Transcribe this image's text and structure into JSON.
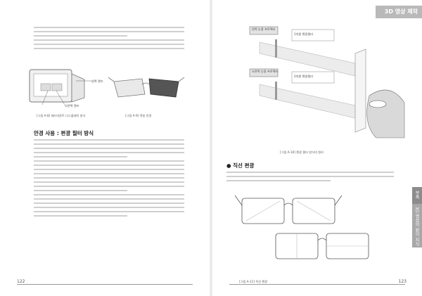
{
  "header": {
    "chapter_title": "3D 영상 제작"
  },
  "side_tab": {
    "top_label": "부록",
    "label": "3D 영상의 원리 지식"
  },
  "left_page": {
    "page_number": "122",
    "section_heading": "안경 사용 : 편광 필터 방식",
    "figure1": {
      "caption": "[그림 A-8] 헤드마운트 디스플레이 방식",
      "labels": [
        "왼쪽 렌즈",
        "오른쪽 렌즈"
      ]
    },
    "figure2": {
      "caption": "[그림 A-9] 적청 안경"
    }
  },
  "right_page": {
    "page_number": "123",
    "diagram": {
      "box_left": "왼쪽 눈용 프로젝터",
      "box_right": "오른쪽 눈용 프로젝터",
      "callout_left": "1차원 편광필터",
      "callout_right": "2차원 편광필터",
      "caption": "[그림 A-10] 편광 필터 방식의 원리"
    },
    "subsection_heading": "● 직선 편광",
    "figure_caption": "[그림 A-11] 직선 편광"
  },
  "colors": {
    "band": "#b9b9b9",
    "tab": "#a8a8a8",
    "line": "#cfcfcf"
  }
}
